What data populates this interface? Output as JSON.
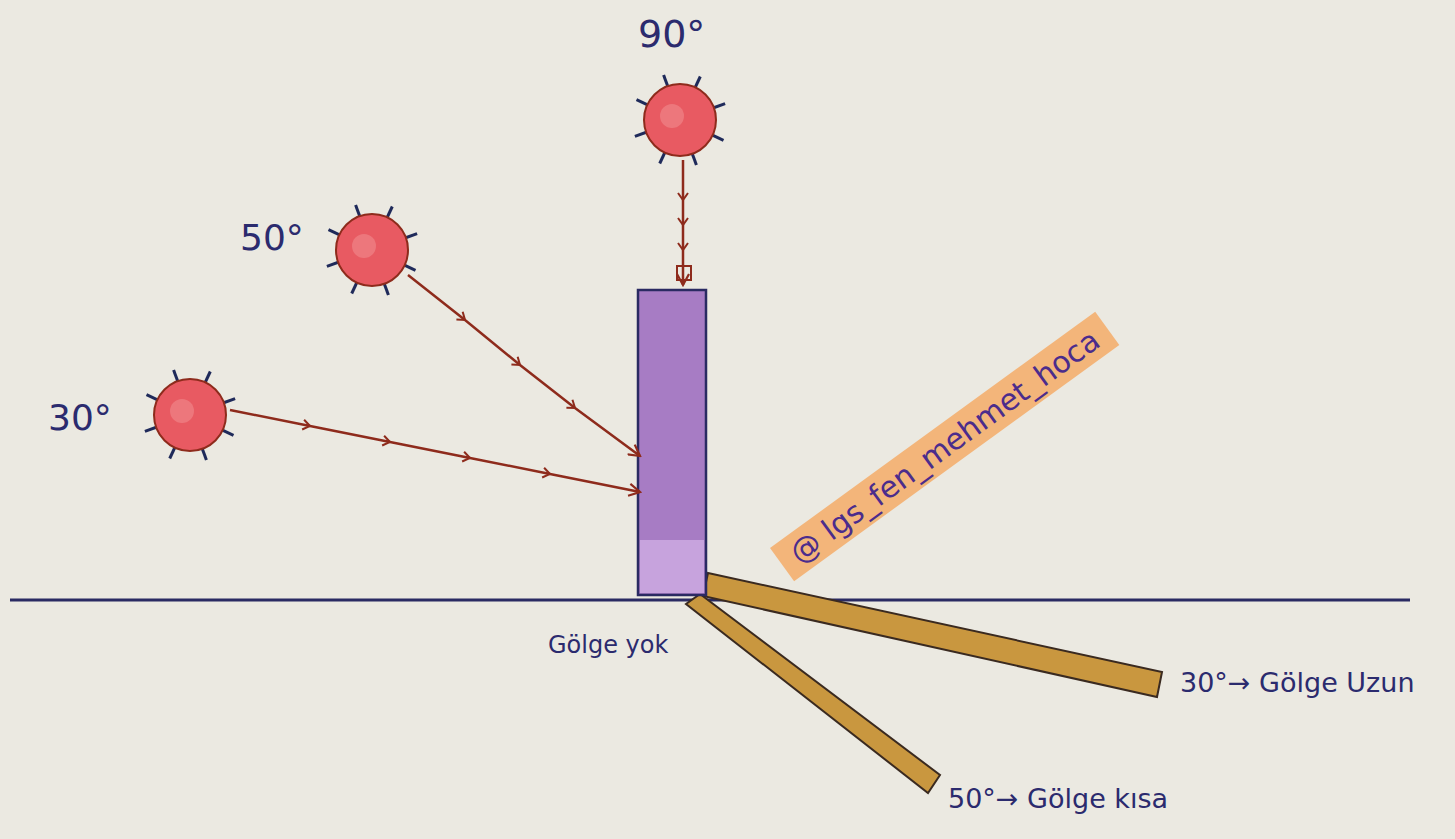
{
  "diagram": {
    "labels": [
      "90°",
      "50°",
      "30°",
      "@ lgs_fen_mehmet_hoca",
      "Gölge yok",
      "30°→ Gölge Uzun",
      "50°→ Gölge kısa"
    ]
  }
}
